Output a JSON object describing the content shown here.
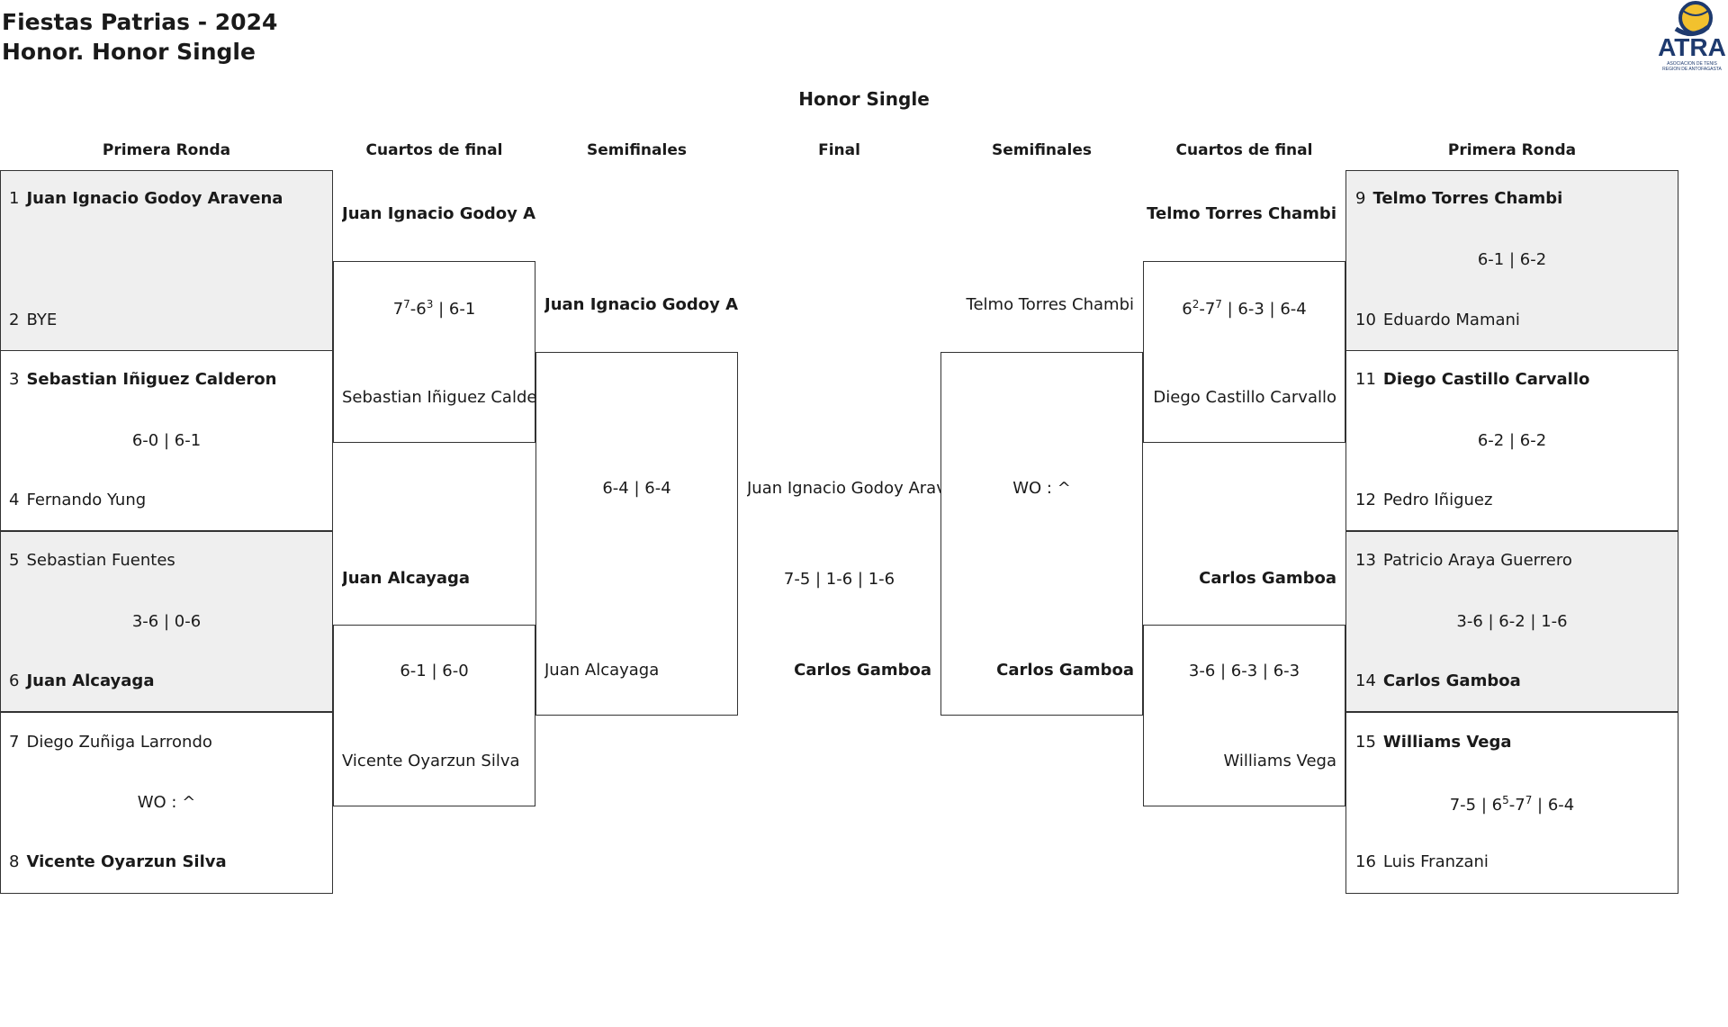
{
  "header": {
    "title_line1": "Fiestas Patrias - 2024",
    "title_line2": "Honor. Honor Single",
    "event_title": "Honor Single",
    "logo_text": "ATRA",
    "logo_small_1": "ASOCIACION DE TENIS",
    "logo_small_2": "REGION DE ANTOFAGASTA",
    "brand_colors": {
      "navy": "#1e3a6e",
      "yellow": "#f2c12e"
    }
  },
  "rounds": {
    "left": [
      "Primera Ronda",
      "Cuartos de final",
      "Semifinales"
    ],
    "final": "Final",
    "right": [
      "Semifinales",
      "Cuartos de final",
      "Primera Ronda"
    ]
  },
  "first_round_left": [
    {
      "p1": {
        "seed": "1",
        "name": "Juan Ignacio Godoy Aravena"
      },
      "p2": {
        "seed": "2",
        "name": "BYE"
      },
      "score": ""
    },
    {
      "p1": {
        "seed": "3",
        "name": "Sebastian Iñiguez Calderon"
      },
      "p2": {
        "seed": "4",
        "name": "Fernando Yung"
      },
      "score": "6-0 | 6-1"
    },
    {
      "p1": {
        "seed": "5",
        "name": "Sebastian Fuentes"
      },
      "p2": {
        "seed": "6",
        "name": "Juan Alcayaga"
      },
      "score": "3-6 | 0-6"
    },
    {
      "p1": {
        "seed": "7",
        "name": "Diego Zuñiga Larrondo"
      },
      "p2": {
        "seed": "8",
        "name": "Vicente Oyarzun Silva"
      },
      "score": "WO : ^"
    }
  ],
  "first_round_right": [
    {
      "p1": {
        "seed": "9",
        "name": "Telmo Torres Chambi"
      },
      "p2": {
        "seed": "10",
        "name": "Eduardo Mamani"
      },
      "score": "6-1 | 6-2"
    },
    {
      "p1": {
        "seed": "11",
        "name": "Diego Castillo Carvallo"
      },
      "p2": {
        "seed": "12",
        "name": "Pedro Iñiguez"
      },
      "score": "6-2 | 6-2"
    },
    {
      "p1": {
        "seed": "13",
        "name": "Patricio Araya Guerrero"
      },
      "p2": {
        "seed": "14",
        "name": "Carlos Gamboa"
      },
      "score": "3-6 | 6-2 | 1-6"
    },
    {
      "p1": {
        "seed": "15",
        "name": "Williams Vega"
      },
      "p2": {
        "seed": "16",
        "name": "Luis Franzani"
      },
      "score": "7-5 | 6-7 | 6-4",
      "score_superscripts": [
        "5",
        "7"
      ]
    }
  ],
  "quarters_left": [
    {
      "p1": "Juan Ignacio Godoy Aravena",
      "p2": "Sebastian Iñiguez Calderon",
      "score": "7-6 | 6-1",
      "score_superscripts": [
        "7",
        "3"
      ]
    },
    {
      "p1": "Juan Alcayaga",
      "p2": "Vicente Oyarzun Silva",
      "score": "6-1 | 6-0"
    }
  ],
  "quarters_right": [
    {
      "p1": "Telmo Torres Chambi",
      "p2": "Diego Castillo Carvallo",
      "score": "6-7 | 6-3 | 6-4",
      "score_superscripts": [
        "2",
        "7"
      ]
    },
    {
      "p1": "Carlos Gamboa",
      "p2": "Williams Vega",
      "score": "3-6 | 6-3 | 6-3"
    }
  ],
  "semis_left": {
    "p1": "Juan Ignacio Godoy Aravena",
    "p2": "Juan Alcayaga",
    "score": "6-4 | 6-4"
  },
  "semis_right": {
    "p1": "Telmo Torres Chambi",
    "p2": "Carlos Gamboa",
    "score": "WO : ^"
  },
  "final": {
    "p1": "Juan Ignacio Godoy Aravena",
    "p2": "Carlos Gamboa",
    "score": "7-5 | 1-6 | 1-6"
  }
}
